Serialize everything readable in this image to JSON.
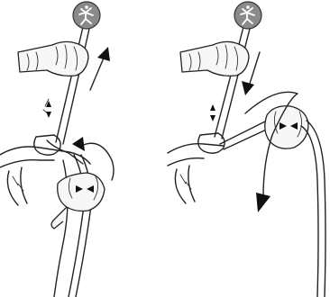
{
  "panels": [
    {
      "id": "left",
      "motions": [
        "pull-up-arrow",
        "rotate-down-arrow"
      ]
    },
    {
      "id": "right",
      "motions": [
        "push-down-arrow",
        "swing-arrow"
      ]
    }
  ],
  "icons": [
    "climber-medallion-icon",
    "squeeze-arrows-icon"
  ],
  "colors": {
    "ink": "#111111",
    "medallion": "#8a8a8a",
    "glove": "#f7f7f7"
  }
}
